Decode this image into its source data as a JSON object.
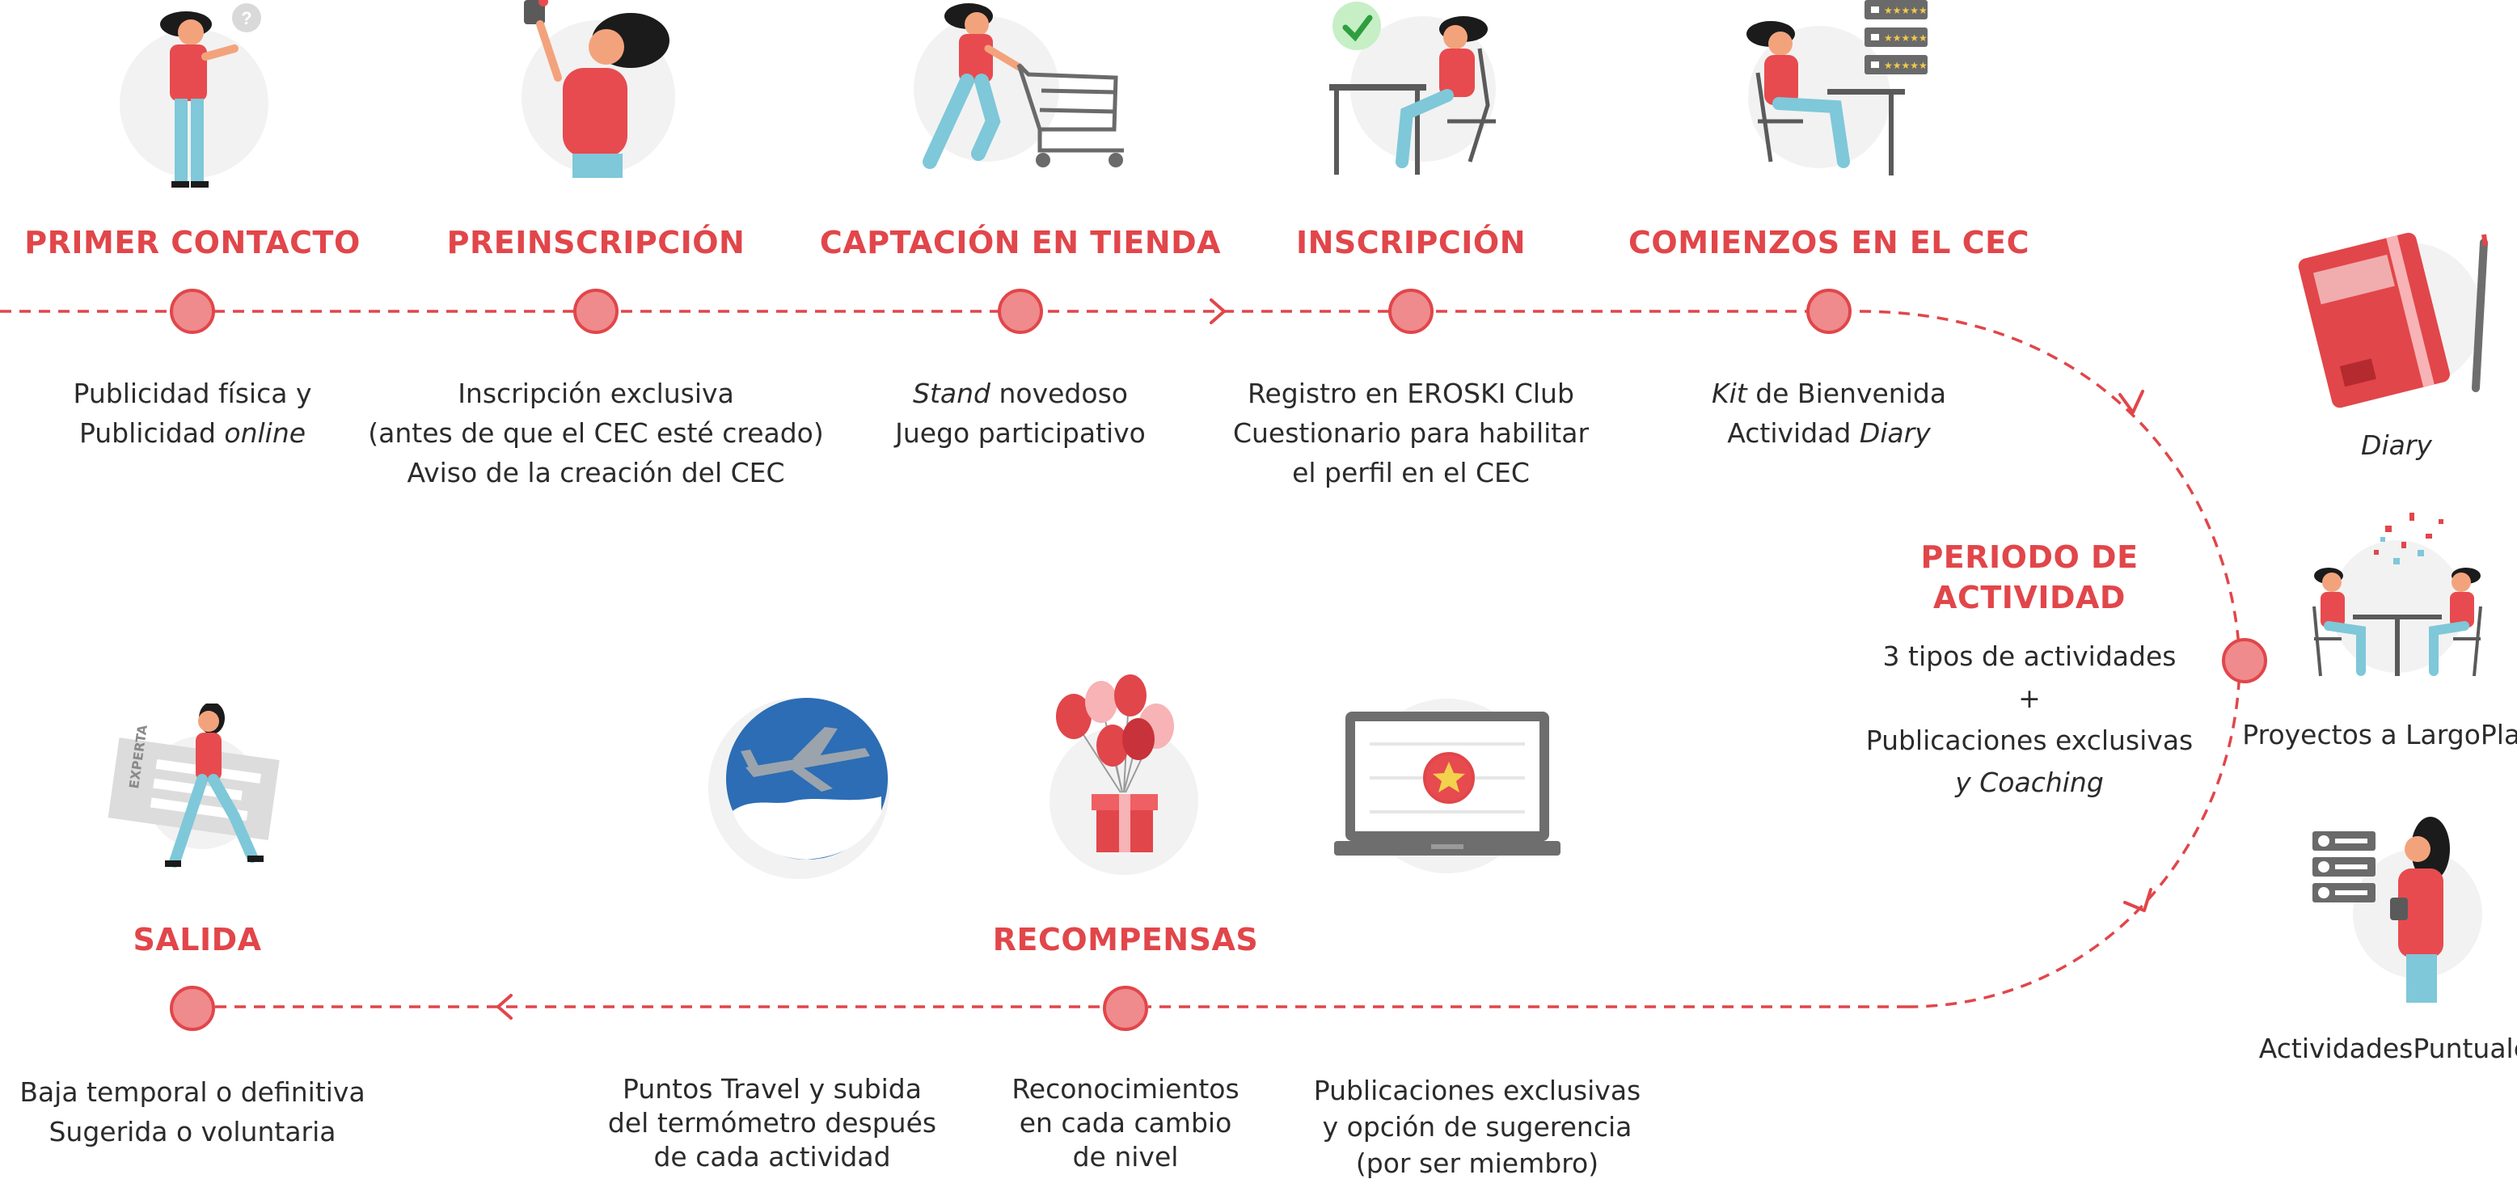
{
  "colors": {
    "accent": "#e1464a",
    "node_fill": "#ef8a8d",
    "skin": "#f3a37c",
    "pants": "#7ec8d9",
    "shirt": "#e74b4f",
    "hair": "#1b1b1b",
    "bg_circle": "#f2f2f2",
    "badge_blue": "#2c6db5"
  },
  "stages_top": [
    {
      "title": "PRIMER CONTACTO",
      "illus": "woman-asking-icon",
      "lines": [
        [
          "Publicidad física y"
        ],
        [
          "Publicidad ",
          {
            "i": "online"
          }
        ]
      ]
    },
    {
      "title": "PREINSCRIPCIÓN",
      "illus": "woman-raising-hand-icon",
      "lines": [
        [
          "Inscripción exclusiva"
        ],
        [
          "(antes de que el CEC esté creado)"
        ],
        [
          "Aviso de la creación del CEC"
        ]
      ]
    },
    {
      "title": "CAPTACIÓN EN TIENDA",
      "illus": "woman-shopping-cart-icon",
      "lines": [
        [
          {
            "i": "Stand"
          },
          " novedoso"
        ],
        [
          "Juego participativo"
        ]
      ]
    },
    {
      "title": "INSCRIPCIÓN",
      "illus": "woman-desk-checkmark-icon",
      "lines": [
        [
          "Registro en EROSKI Club"
        ],
        [
          "Cuestionario para habilitar"
        ],
        [
          "el perfil en el CEC"
        ]
      ]
    },
    {
      "title": "COMIENZOS EN EL CEC",
      "illus": "woman-laptop-ratings-icon",
      "lines": [
        [
          {
            "i": "Kit"
          },
          " de Bienvenida"
        ],
        [
          "Actividad ",
          {
            "i": "Diary"
          }
        ]
      ]
    }
  ],
  "activity": {
    "title_line1": "PERIODO DE",
    "title_line2": "ACTIVIDAD",
    "lines": [
      [
        "3 tipos de actividades"
      ],
      [
        "+"
      ],
      [
        "Publicaciones exclusivas"
      ],
      [
        {
          "i": "y Coaching"
        }
      ]
    ]
  },
  "activity_types": [
    {
      "label_lines": [
        "Diary"
      ],
      "italic": true,
      "icon": "diary-notebook-icon"
    },
    {
      "label_lines": [
        "Proyectos a Largo",
        "Plazo"
      ],
      "italic": false,
      "icon": "meeting-table-icon"
    },
    {
      "label_lines": [
        "Actividades",
        "Puntuales"
      ],
      "italic": false,
      "icon": "woman-checklist-icon"
    }
  ],
  "stages_bottom": [
    {
      "title": "SALIDA",
      "illus": "woman-walking-expert-icon",
      "lines": [
        [
          "Baja temporal o definitiva"
        ],
        [
          "Sugerida o voluntaria"
        ]
      ]
    },
    {
      "title": "RECOMPENSAS",
      "illus": "balloons-gift-icon",
      "lines": [
        [
          "Reconocimientos"
        ],
        [
          "en cada cambio"
        ],
        [
          "de nivel"
        ]
      ]
    }
  ],
  "reward_details": [
    {
      "illus": "airplane-badge-icon",
      "lines": [
        [
          "Puntos Travel y subida"
        ],
        [
          "del termómetro después"
        ],
        [
          "de cada actividad"
        ]
      ]
    },
    {
      "illus": "laptop-star-icon",
      "lines": [
        [
          "Publicaciones exclusivas"
        ],
        [
          "y opción de sugerencia"
        ],
        [
          "(por ser miembro)"
        ]
      ]
    }
  ]
}
